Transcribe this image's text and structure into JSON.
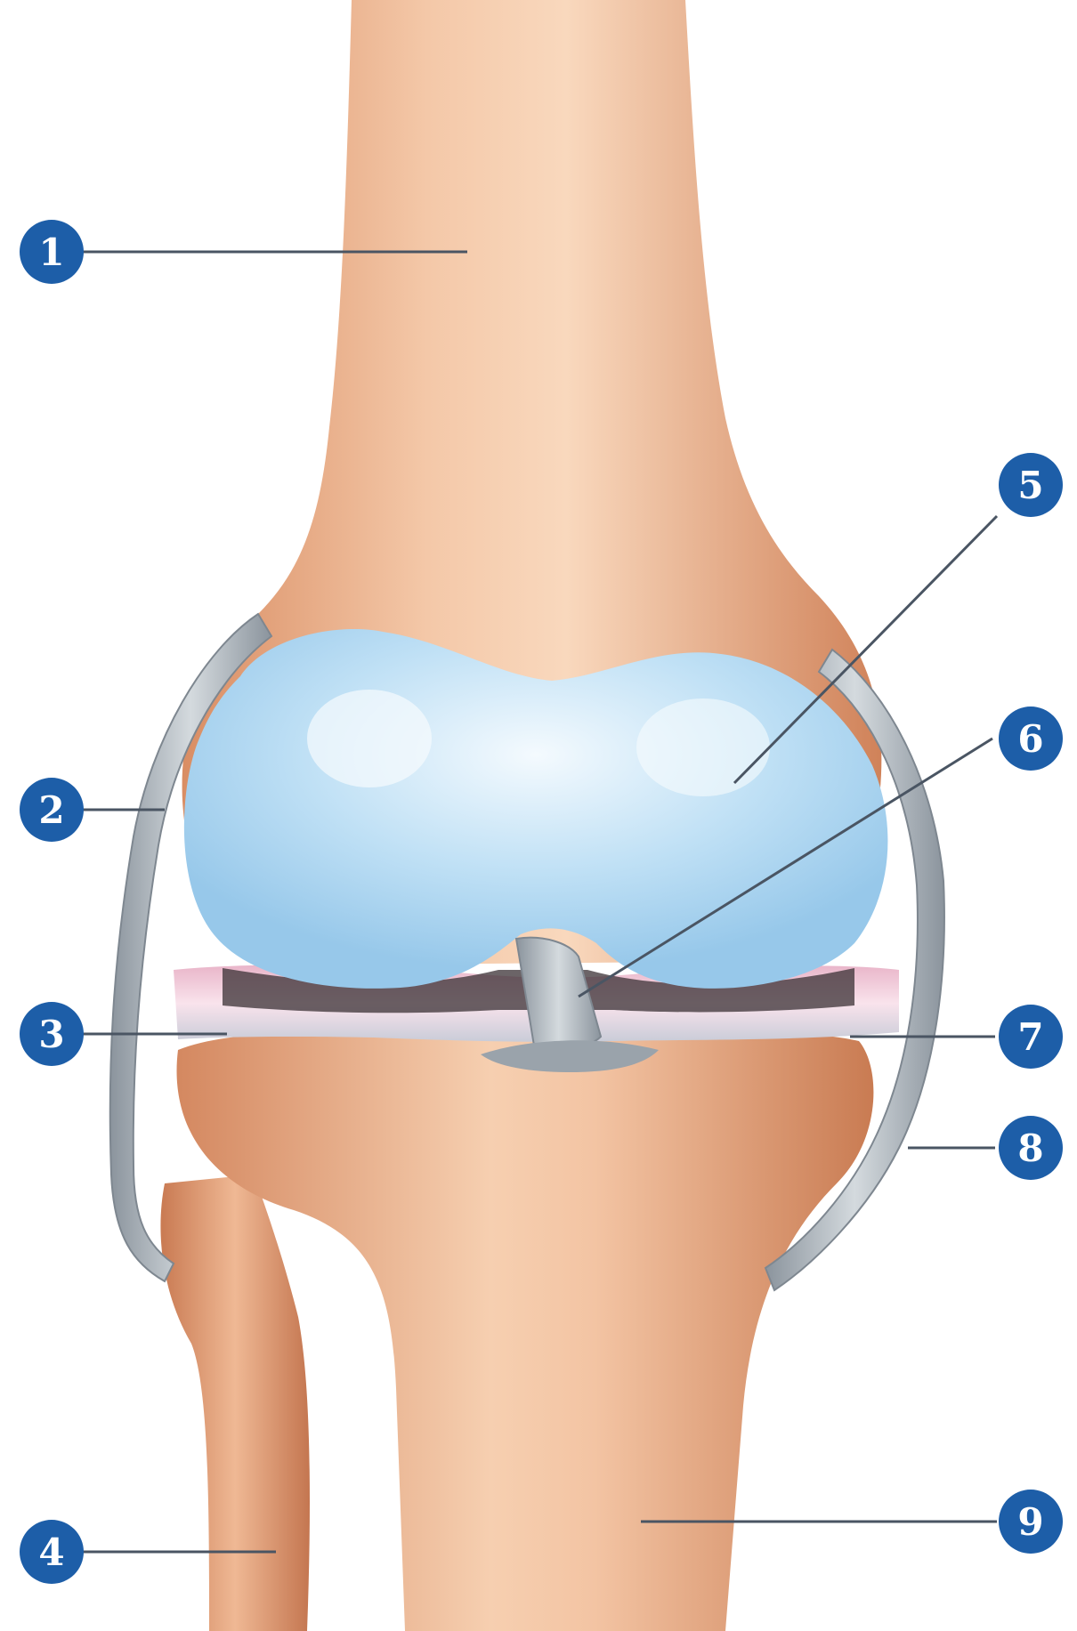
{
  "colors": {
    "bone": "#e7a47c",
    "bone_light": "#f7d2b4",
    "bone_shadow": "#c9805a",
    "cartilage": "#a9d3ef",
    "cartilage_light": "#e4f2fc",
    "ligament": "#b2bac2",
    "ligament_dark": "#7e8790",
    "meniscus": "#f3cddd",
    "marker_fill": "#1d5ea8",
    "leader": "#4a5563"
  },
  "markers": [
    {
      "number": "1",
      "icon": "numbered-circle"
    },
    {
      "number": "2",
      "icon": "numbered-circle"
    },
    {
      "number": "3",
      "icon": "numbered-circle"
    },
    {
      "number": "4",
      "icon": "numbered-circle"
    },
    {
      "number": "5",
      "icon": "numbered-circle"
    },
    {
      "number": "6",
      "icon": "numbered-circle"
    },
    {
      "number": "7",
      "icon": "numbered-circle"
    },
    {
      "number": "8",
      "icon": "numbered-circle"
    },
    {
      "number": "9",
      "icon": "numbered-circle"
    }
  ]
}
